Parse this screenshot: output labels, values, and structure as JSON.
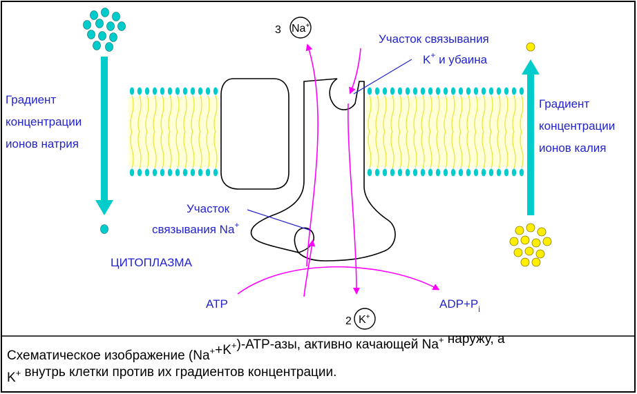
{
  "labels": {
    "na_count": "3",
    "na_ion": "Na",
    "na_ion_sup": "+",
    "k_count": "2",
    "k_ion": "K",
    "k_ion_sup": "+",
    "k_site_line1": "Участок связывания",
    "k_site_line2_k": "K",
    "k_site_line2_sup": "+",
    "k_site_line2_rest": " и убаина",
    "na_gradient": [
      "Градиент",
      "концентрации",
      "ионов натрия"
    ],
    "k_gradient": [
      "Градиент",
      "концентрации",
      "ионов калия"
    ],
    "na_site_line1": "Участок",
    "na_site_line2": "связывания Na",
    "na_site_line2_sup": "+",
    "cytoplasm": "ЦИТОПЛАЗМА",
    "atp": "ATP",
    "adp": "ADP+P",
    "adp_sub": "i"
  },
  "caption": {
    "line1": [
      {
        "t": "Схематическое изображение (Na"
      },
      {
        "t": "+",
        "sup": true
      },
      {
        "t": "+K"
      },
      {
        "t": "+",
        "sup": true
      },
      {
        "t": ")-ATP-азы, активно качающей Na"
      },
      {
        "t": "+",
        "sup": true
      },
      {
        "t": " наружу, а"
      }
    ],
    "line2": [
      {
        "t": "K"
      },
      {
        "t": "+",
        "sup": true
      },
      {
        "t": " внутрь клетки против их градиентов концентрации."
      }
    ]
  },
  "colors": {
    "lipid_head": "#00cccc",
    "lipid_tail": "#e8e840",
    "membrane_fill": "#ffffd8",
    "gradient_arrow": "#00cccc",
    "ion_flow": "#ff00ff",
    "label_text": "#2222cc",
    "potassium": "#ffee00",
    "sodium": "#00cccc"
  }
}
